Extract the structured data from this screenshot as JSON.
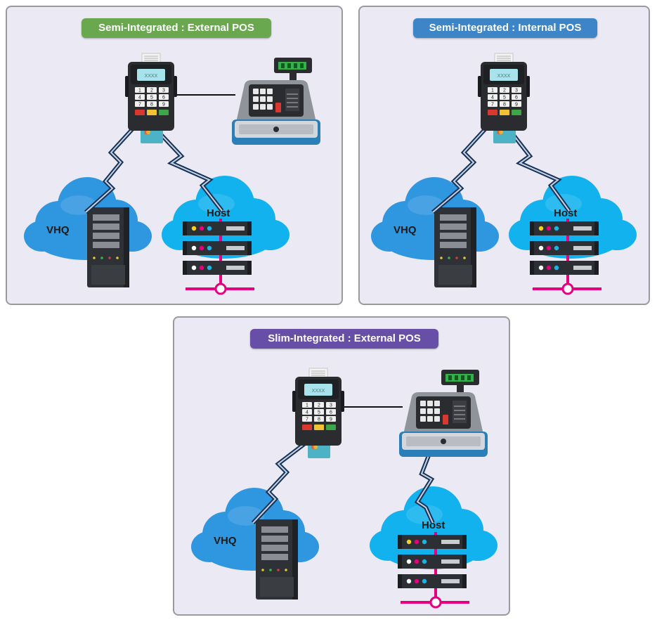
{
  "panels": [
    {
      "title": "Semi-Integrated : External POS",
      "title_color": "#6aa84f",
      "vhq_label": "VHQ",
      "host_label": "Host"
    },
    {
      "title": "Semi-Integrated : Internal POS",
      "title_color": "#3d85c6",
      "vhq_label": "VHQ",
      "host_label": "Host"
    },
    {
      "title": "Slim-Integrated : External POS",
      "title_color": "#674ea7",
      "vhq_label": "VHQ",
      "host_label": "Host"
    }
  ],
  "terminal_screen_text": "XXXX",
  "keypad_keys": [
    "1",
    "2",
    "3",
    "4",
    "5",
    "6",
    "7",
    "8",
    "9"
  ],
  "icons": {
    "payment_terminal": "payment-terminal-icon",
    "cash_register": "cash-register-icon",
    "cloud": "cloud-icon",
    "server": "server-tower-icon",
    "server_rack": "server-rack-icon"
  },
  "colors": {
    "vhq_cloud": "#2f96e0",
    "host_cloud": "#11b2ee",
    "network_magenta": "#e6007e",
    "bolt_outline": "#14325a"
  }
}
